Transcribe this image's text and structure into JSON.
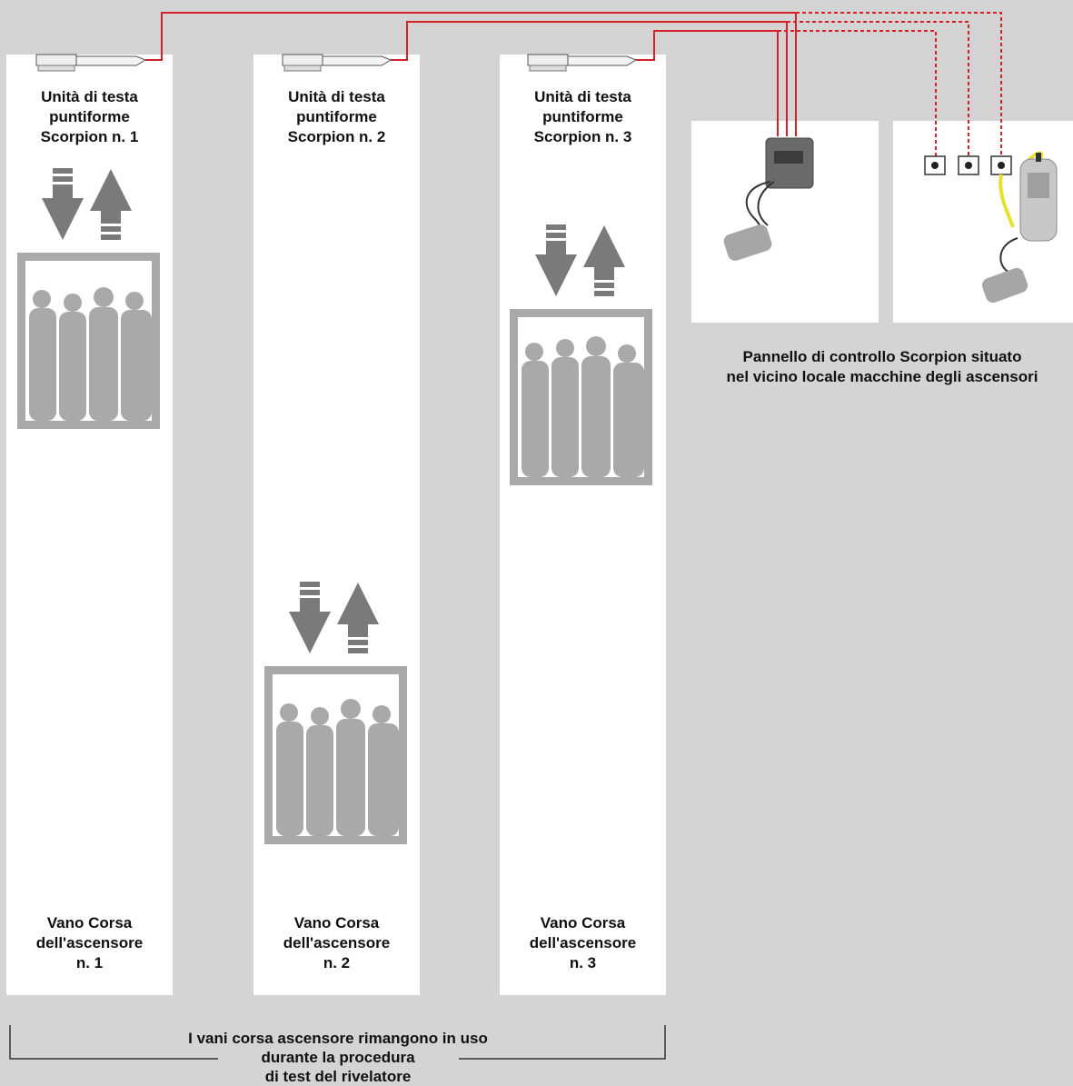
{
  "heads": [
    {
      "line1": "Unità di testa",
      "line2": "puntiforme",
      "line3": "Scorpion n. 1"
    },
    {
      "line1": "Unità di testa",
      "line2": "puntiforme",
      "line3": "Scorpion n. 2"
    },
    {
      "line1": "Unità di testa",
      "line2": "puntiforme",
      "line3": "Scorpion n. 3"
    }
  ],
  "shafts": [
    {
      "line1": "Vano Corsa",
      "line2": "dell'ascensore",
      "line3": "n. 1"
    },
    {
      "line1": "Vano Corsa",
      "line2": "dell'ascensore",
      "line3": "n. 2"
    },
    {
      "line1": "Vano Corsa",
      "line2": "dell'ascensore",
      "line3": "n. 3"
    }
  ],
  "panel_caption": {
    "line1": "Pannello di controllo Scorpion situato",
    "line2": "nel vicino locale macchine degli ascensori"
  },
  "bracket_caption": {
    "line1": "I vani corsa ascensore rimangono in uso",
    "line2": "durante la procedura",
    "line3": "di test del rivelatore"
  },
  "colors": {
    "wire": "#d8202a",
    "background": "#d4d4d4",
    "silhouette": "#a9a9a9",
    "arrow": "#7a7a7a"
  }
}
